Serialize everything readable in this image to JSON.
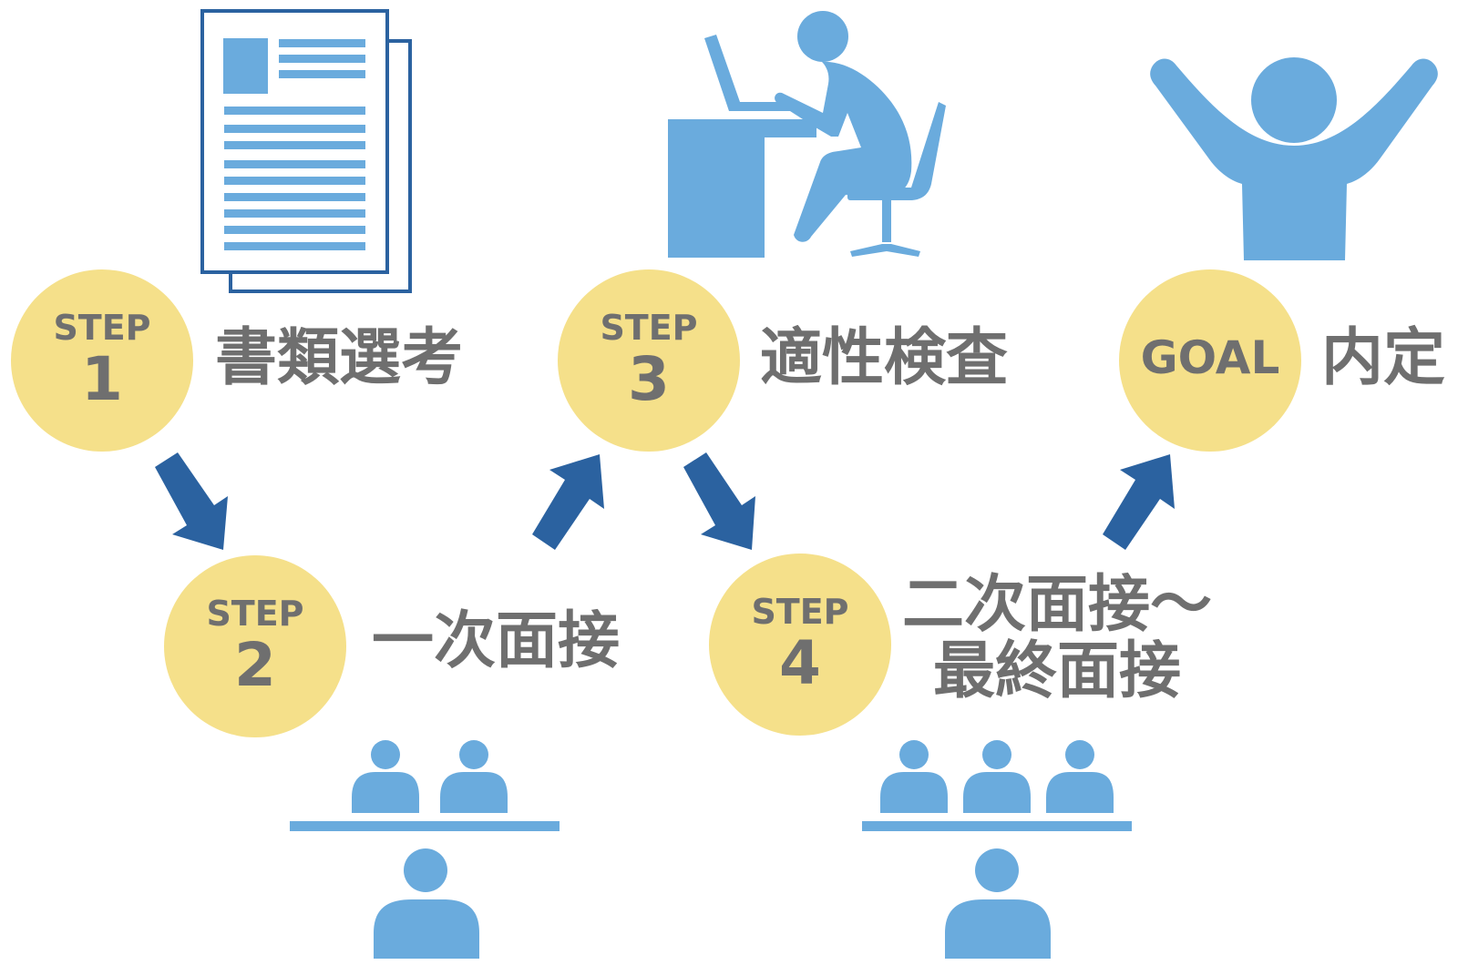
{
  "colors": {
    "icon_blue": "#6aabdd",
    "arrow_blue": "#2b62a0",
    "doc_outline": "#2b62a0",
    "circle_yellow": "#f5e08a",
    "text_gray": "#6f6f6f"
  },
  "steps": [
    {
      "word": "STEP",
      "number": "1",
      "label": "書類選考"
    },
    {
      "word": "STEP",
      "number": "2",
      "label": "一次面接"
    },
    {
      "word": "STEP",
      "number": "3",
      "label": "適性検査"
    },
    {
      "word": "STEP",
      "number": "4",
      "label_line1": "二次面接〜",
      "label_line2": "最終面接"
    }
  ],
  "goal": {
    "word": "GOAL",
    "label": "内定"
  },
  "icons": [
    "document-icon",
    "interview-1on2-icon",
    "desk-worker-icon",
    "interview-1on3-icon",
    "celebrating-person-icon"
  ]
}
